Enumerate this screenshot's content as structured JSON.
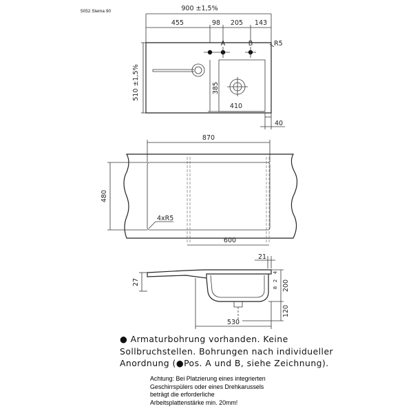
{
  "model_label": "5052 Stema 90",
  "top_view": {
    "overall_width": "900 ±1,5%",
    "seg_drainer": "455",
    "seg_a": "98",
    "seg_b": "205",
    "seg_c": "143",
    "label_a": "A",
    "label_b": "B",
    "corner_radius": "R5",
    "overall_depth": "510 ±1,5%",
    "bowl_depth": "385",
    "bowl_width": "410",
    "edge_offset": "40"
  },
  "cutout_view": {
    "cutout_width": "870",
    "cutout_depth": "480",
    "corner_radii": "4xR5",
    "cabinet_width": "600"
  },
  "section_view": {
    "offset_21": "21",
    "rim_27": "27",
    "dim_4": "4",
    "dim_2": "2",
    "dim_8": "8",
    "depth_200": "200",
    "drain_120": "120",
    "bowl_bottom_530": "530"
  },
  "notes": {
    "line1": "Armaturbohrung vorhanden. Keine",
    "line2": "Sollbruchstellen. Bohrungen nach individueller",
    "line3_pre": "Anordnung (",
    "line3_post": "Pos. A und B, siehe Zeichnung)."
  },
  "warning": {
    "line1": "Achtung: Bei Platzierung eines integrierten",
    "line2": "Geschirrspülers oder eines Drehkarussels",
    "line3": "beträgt die erforderliche",
    "line4": "Arbeitsplattenstärke min. 20mm!"
  }
}
